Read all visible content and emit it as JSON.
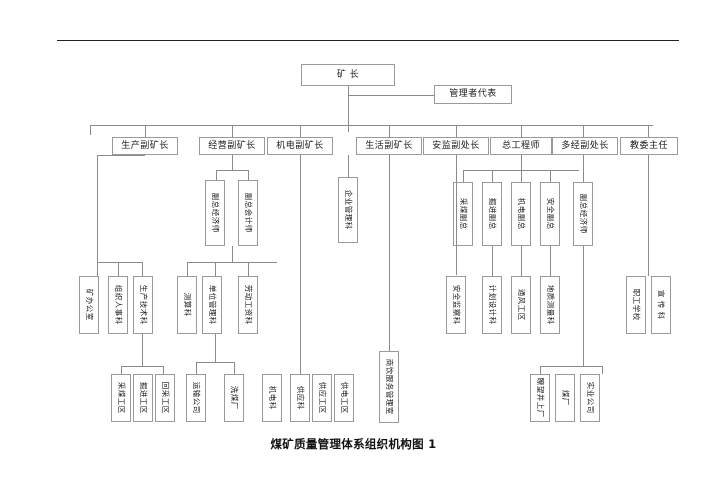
{
  "title": "煤矿质量管理体系组织机构图 1",
  "level1": {
    "director": "矿  长",
    "mgmt_rep": "管理者代表"
  },
  "level2": [
    {
      "label": "生产副矿长"
    },
    {
      "label": "经营副矿长"
    },
    {
      "label": "机电副矿长"
    },
    {
      "label": "生活副矿长"
    },
    {
      "label": "安监副处长"
    },
    {
      "label": "总工程师"
    },
    {
      "label": "多经副处长"
    },
    {
      "label": "教委主任"
    }
  ],
  "level3": [
    {
      "label": "副总经济师"
    },
    {
      "label": "副总会计师"
    },
    {
      "label": "企业管理科"
    },
    {
      "label": "采煤副总"
    },
    {
      "label": "掘进副总"
    },
    {
      "label": "机电副总"
    },
    {
      "label": "安全副总"
    },
    {
      "label": "副总经济师"
    }
  ],
  "level4": [
    {
      "label": "矿办公室"
    },
    {
      "label": "组织人事科"
    },
    {
      "label": "生产技术科"
    },
    {
      "label": "测算科"
    },
    {
      "label": "单位管理科"
    },
    {
      "label": "劳动工资科"
    },
    {
      "label": "安全监察科"
    },
    {
      "label": "计划设计科"
    },
    {
      "label": "通风工区"
    },
    {
      "label": "地质测量科"
    },
    {
      "label": "职工学校"
    },
    {
      "label": "宣 传 科"
    }
  ],
  "level5": [
    {
      "label": "采煤工区"
    },
    {
      "label": "掘进工区"
    },
    {
      "label": "回采工区"
    },
    {
      "label": "运输公司"
    },
    {
      "label": "洗煤厂"
    },
    {
      "label": "机电科"
    },
    {
      "label": "供应科"
    },
    {
      "label": "供应工区"
    },
    {
      "label": "供电工区"
    },
    {
      "label": "商饮服务管理室"
    },
    {
      "label": "瞭望井上厂"
    },
    {
      "label": "煤厂"
    },
    {
      "label": "实业公司"
    }
  ],
  "colors": {
    "box_border": "#9a9a9a",
    "line": "#8a8a8a",
    "rule": "#222222",
    "text": "#1a1a1a",
    "background": "#ffffff"
  }
}
